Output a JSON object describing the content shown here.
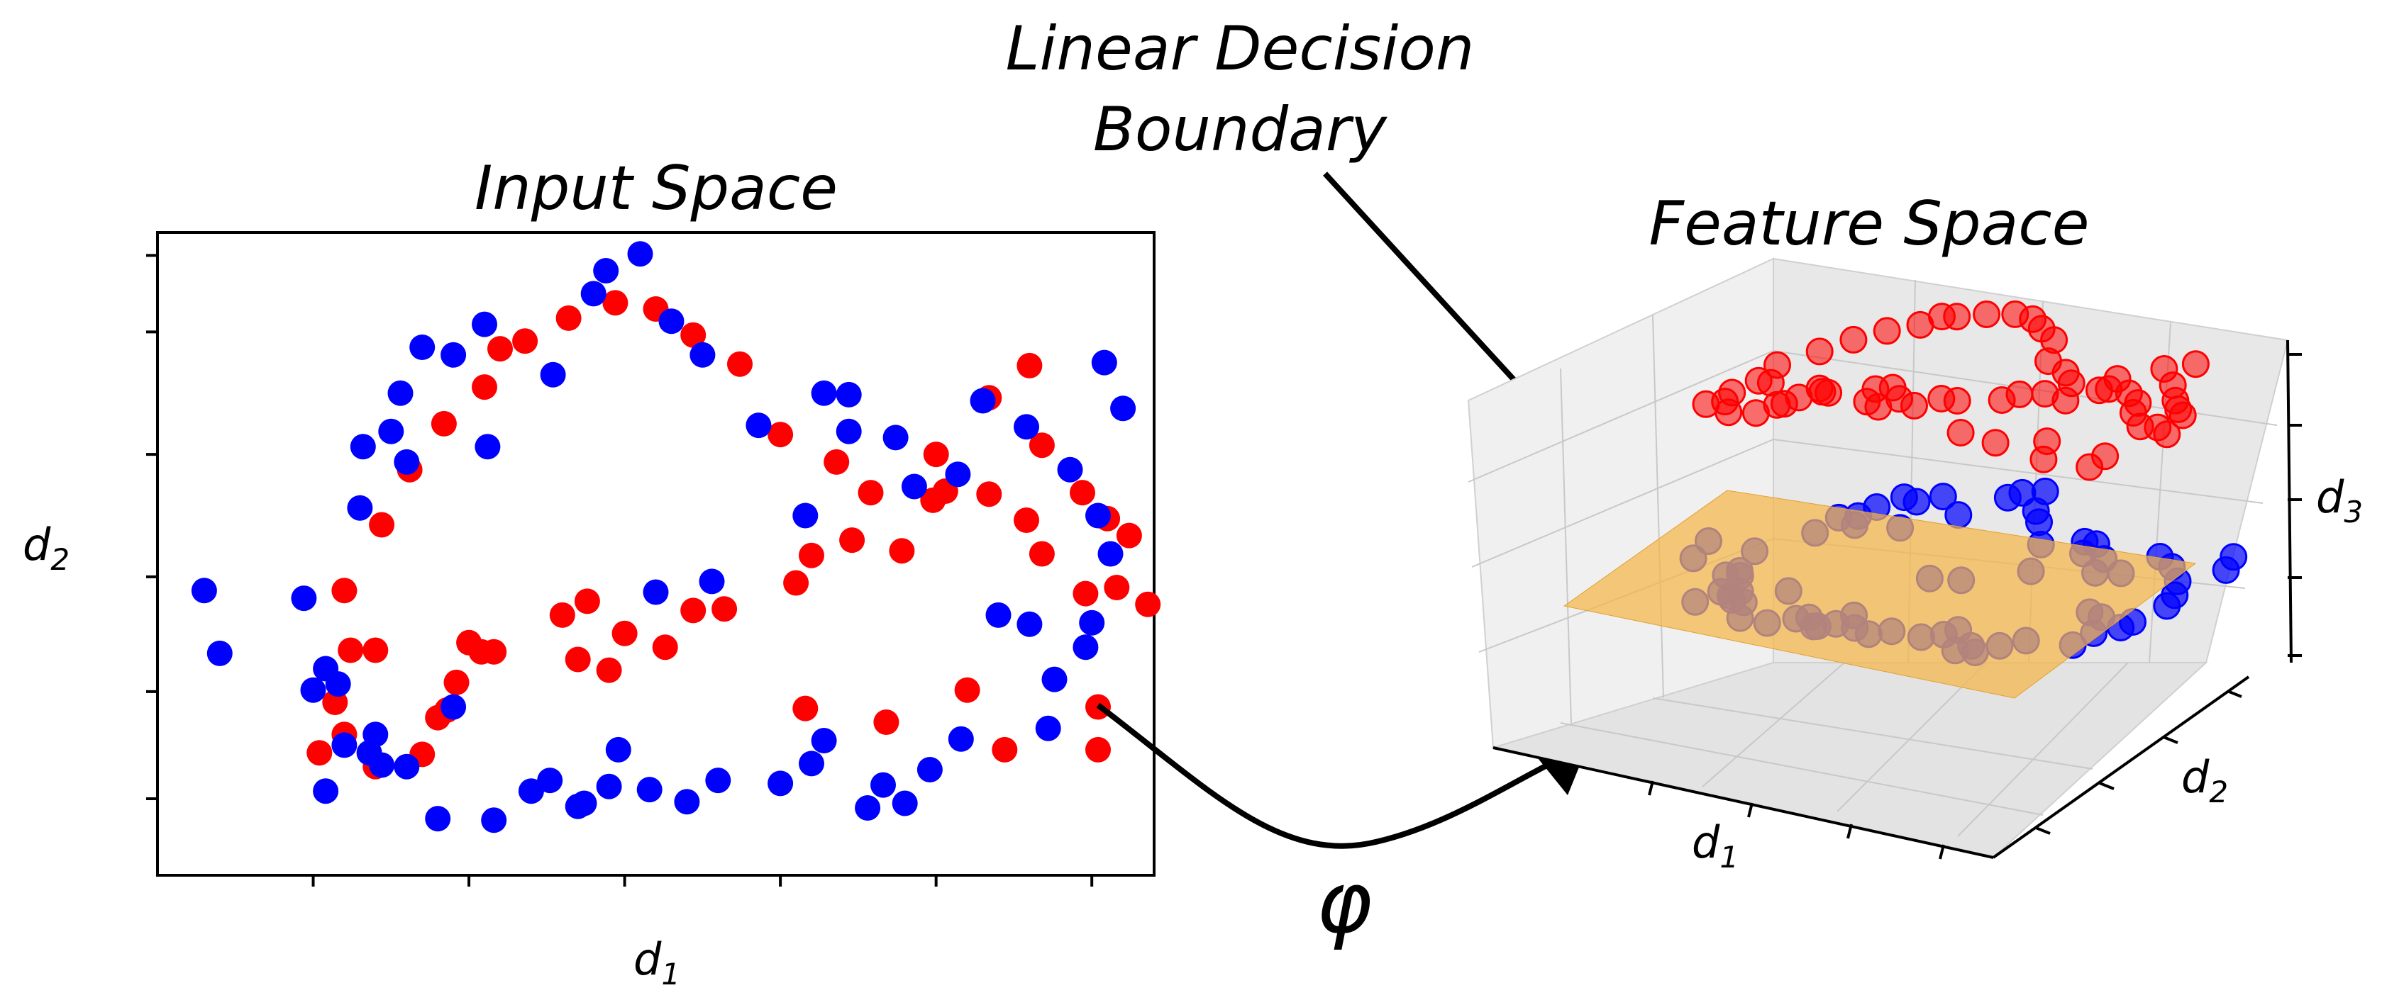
{
  "left_panel": {
    "title": "Input Space",
    "xlabel": "d",
    "xlabel_sub": "1",
    "ylabel": "d",
    "ylabel_sub": "2"
  },
  "right_panel": {
    "title": "Feature Space",
    "x_label": "d",
    "x_label_sub": "1",
    "y_label": "d",
    "y_label_sub": "2",
    "z_label": "d",
    "z_label_sub": "3"
  },
  "annotation": {
    "line1": "Linear Decision",
    "line2": "Boundary"
  },
  "mapping_symbol": "φ",
  "colors": {
    "class_a": "#ff0000",
    "class_b": "#0000ff",
    "plane": "#f5b54a",
    "axis": "#000000",
    "pane": "#ebebeb"
  },
  "chart_data": {
    "type": "scatter",
    "series": [
      {
        "color": "#ff0000",
        "x": [
          0.52,
          0.57,
          0.7,
          0.6,
          0.72,
          0.81,
          0.92,
          1.05,
          1.18,
          1.32,
          1.47,
          1.6,
          1.72,
          1.87,
          2.0,
          2.18,
          2.29,
          2.5,
          2.67,
          2.8,
          2.84,
          2.97,
          3.05,
          3.08,
          3.02,
          3.18,
          3.12,
          3.02,
          0.62,
          0.6,
          0.7,
          0.85,
          0.93,
          0.9,
          0.96,
          1.08,
          1.3,
          1.38,
          1.5,
          1.63,
          1.72,
          1.82,
          2.05,
          2.1,
          2.23,
          2.39,
          2.49,
          2.67,
          2.79,
          2.84,
          2.98,
          1.0,
          1.04,
          1.1,
          1.45,
          1.35,
          2.08,
          2.34,
          2.72,
          2.6,
          2.53
        ],
        "y": [
          0.8,
          1.13,
          1.47,
          1.86,
          2.29,
          2.65,
          2.95,
          3.19,
          3.49,
          3.64,
          3.74,
          3.7,
          3.53,
          3.34,
          2.88,
          2.7,
          2.5,
          2.75,
          3.12,
          3.33,
          2.81,
          2.5,
          2.33,
          1.88,
          1.1,
          1.77,
          2.22,
          0.82,
          1.47,
          0.92,
          0.71,
          0.79,
          1.08,
          1.03,
          1.26,
          1.46,
          1.7,
          1.79,
          1.58,
          1.49,
          1.73,
          1.74,
          1.91,
          2.09,
          2.19,
          2.12,
          2.45,
          2.49,
          2.32,
          2.1,
          1.84,
          1.52,
          1.46,
          3.44,
          1.34,
          1.41,
          1.09,
          1.0,
          0.82,
          1.21,
          2.51
        ],
        "label": ""
      },
      {
        "color": "#0000ff",
        "x": [
          0.15,
          0.2,
          0.47,
          0.54,
          0.58,
          0.65,
          0.66,
          0.75,
          0.78,
          0.85,
          0.8,
          0.95,
          1.05,
          1.06,
          1.27,
          1.4,
          1.44,
          1.55,
          1.65,
          1.75,
          1.93,
          2.08,
          2.14,
          2.22,
          2.37,
          2.43,
          2.57,
          2.65,
          2.79,
          2.93,
          3.02,
          3.04,
          3.1,
          3.06,
          3.0,
          2.98,
          2.88,
          2.86,
          2.8,
          2.7,
          2.58,
          2.48,
          2.4,
          2.33,
          2.28,
          2.14,
          2.1,
          2.0,
          1.8,
          1.7,
          1.58,
          1.45,
          1.37,
          1.26,
          1.08,
          0.9,
          0.72,
          0.7,
          0.54,
          0.5,
          0.6,
          0.68,
          0.8,
          0.95,
          1.2,
          1.35,
          1.48,
          1.6,
          1.78,
          2.22
        ],
        "y": [
          1.86,
          1.45,
          1.81,
          0.55,
          1.25,
          2.4,
          2.8,
          2.9,
          3.15,
          3.45,
          2.7,
          3.4,
          3.6,
          2.8,
          3.27,
          3.8,
          3.95,
          4.06,
          3.62,
          3.4,
          2.94,
          2.35,
          3.15,
          3.14,
          2.86,
          2.54,
          2.62,
          3.1,
          2.93,
          2.65,
          2.35,
          3.35,
          3.05,
          2.1,
          1.65,
          1.49,
          1.28,
          0.96,
          1.64,
          1.7,
          0.89,
          0.69,
          0.47,
          0.59,
          0.44,
          0.88,
          0.73,
          0.6,
          0.62,
          0.48,
          0.56,
          0.58,
          0.47,
          0.62,
          0.36,
          0.37,
          0.72,
          0.92,
          1.35,
          1.21,
          0.85,
          0.8,
          0.71,
          1.1,
          0.55,
          0.45,
          0.82,
          1.85,
          1.92,
          2.9
        ],
        "label": ""
      }
    ],
    "xlim": [
      0,
      3.2
    ],
    "ylim": [
      0,
      4.2
    ],
    "grid": false
  }
}
